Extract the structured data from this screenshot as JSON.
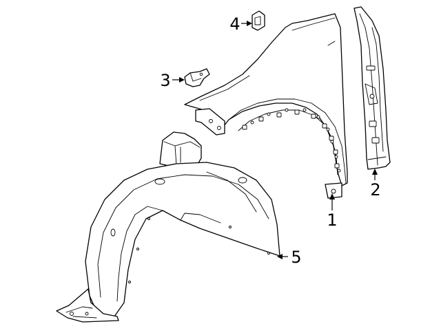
{
  "colors": {
    "line": "#000000",
    "background": "#ffffff"
  },
  "callouts": [
    {
      "id": "1",
      "text": "1"
    },
    {
      "id": "2",
      "text": "2"
    },
    {
      "id": "3",
      "text": "3"
    },
    {
      "id": "4",
      "text": "4"
    },
    {
      "id": "5",
      "text": "5"
    }
  ]
}
